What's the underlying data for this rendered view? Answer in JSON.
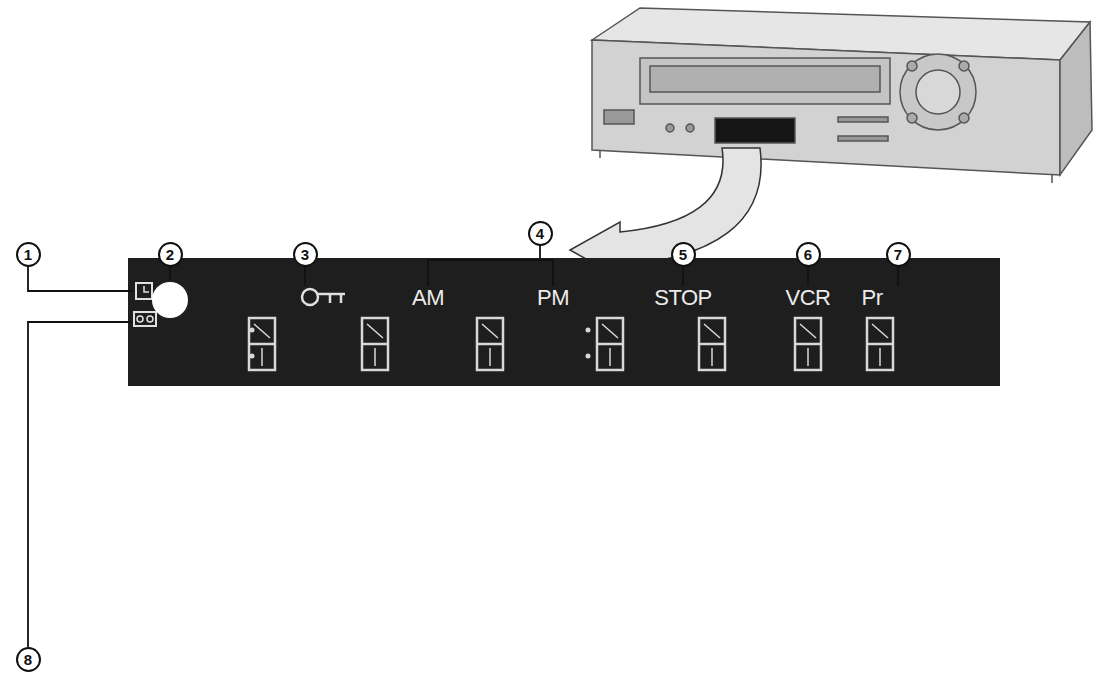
{
  "diagram": {
    "nodes": [
      {
        "text": [
          "1"
        ]
      },
      {
        "text": [
          "2"
        ]
      },
      {
        "text": [
          "3"
        ]
      },
      {
        "text": [
          "4"
        ]
      },
      {
        "text": [
          "5"
        ]
      },
      {
        "text": [
          "6"
        ]
      },
      {
        "text": [
          "7"
        ]
      },
      {
        "text": [
          "8"
        ]
      }
    ],
    "labels": [
      "AM",
      "PM",
      "STOP",
      "VCR",
      "Pr"
    ]
  }
}
